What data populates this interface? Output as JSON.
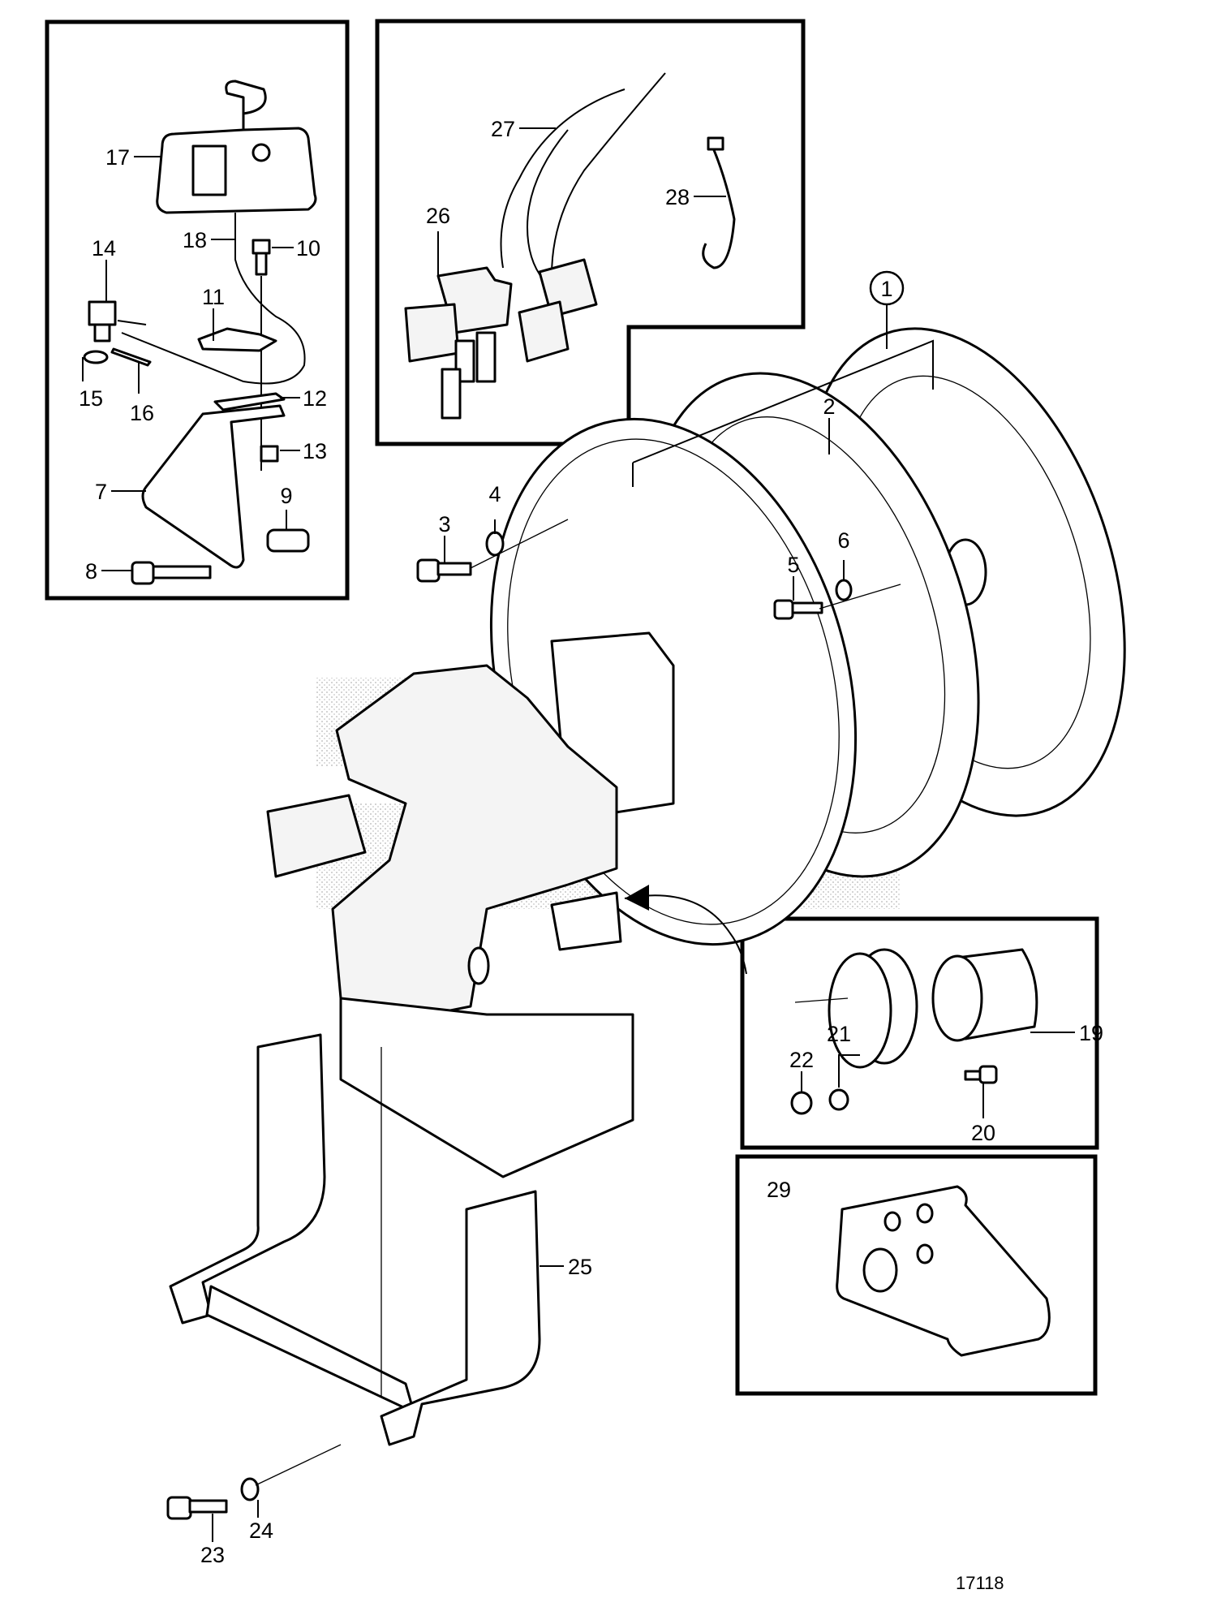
{
  "diagram": {
    "type": "exploded-parts-diagram",
    "drawing_number": "17118",
    "assembly_callout": "1",
    "insets": [
      {
        "id": "control-lever-inset",
        "parts": [
          "7",
          "8",
          "9",
          "10",
          "11",
          "12",
          "13",
          "14",
          "15",
          "16",
          "17",
          "18"
        ]
      },
      {
        "id": "solenoid-valve-inset",
        "parts": [
          "26",
          "27",
          "28"
        ]
      },
      {
        "id": "coupling-inset",
        "parts": [
          "19",
          "20",
          "21",
          "22"
        ]
      },
      {
        "id": "bracket-inset",
        "parts": [
          "29"
        ]
      }
    ],
    "callouts": {
      "c1": "1",
      "c2": "2",
      "c3": "3",
      "c4": "4",
      "c5": "5",
      "c6": "6",
      "c7": "7",
      "c8": "8",
      "c9": "9",
      "c10": "10",
      "c11": "11",
      "c12": "12",
      "c13": "13",
      "c14": "14",
      "c15": "15",
      "c16": "16",
      "c17": "17",
      "c18": "18",
      "c19": "19",
      "c20": "20",
      "c21": "21",
      "c22": "22",
      "c23": "23",
      "c24": "24",
      "c25": "25",
      "c26": "26",
      "c27": "27",
      "c28": "28",
      "c29": "29"
    }
  }
}
